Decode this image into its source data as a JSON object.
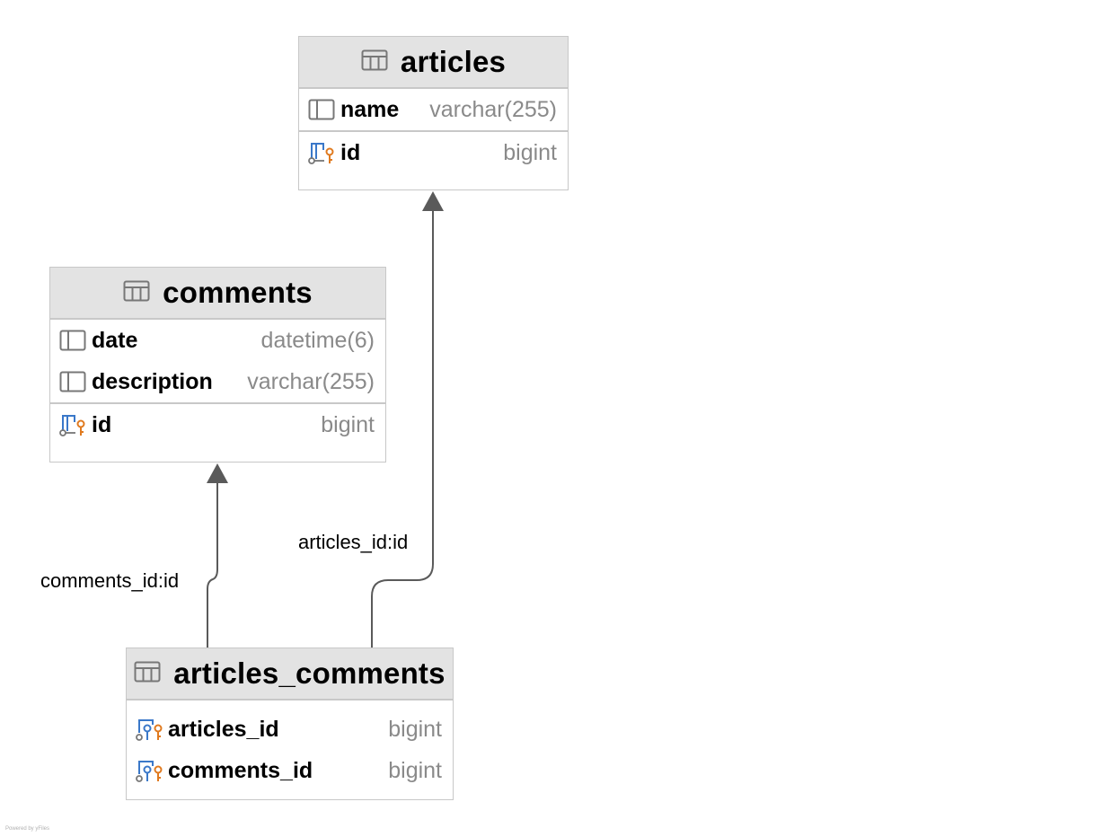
{
  "entities": [
    {
      "key": "articles",
      "title": "articles",
      "columns": [
        {
          "name": "name",
          "type": "varchar(255)",
          "icon": "column-icon"
        }
      ],
      "keys": [
        {
          "name": "id",
          "type": "bigint",
          "icon": "primary-key-icon"
        }
      ]
    },
    {
      "key": "comments",
      "title": "comments",
      "columns": [
        {
          "name": "date",
          "type": "datetime(6)",
          "icon": "column-icon"
        },
        {
          "name": "description",
          "type": "varchar(255)",
          "icon": "column-icon"
        }
      ],
      "keys": [
        {
          "name": "id",
          "type": "bigint",
          "icon": "primary-key-icon"
        }
      ]
    },
    {
      "key": "articles_comments",
      "title": "articles_comments",
      "columns": [],
      "keys": [
        {
          "name": "articles_id",
          "type": "bigint",
          "icon": "foreign-key-icon"
        },
        {
          "name": "comments_id",
          "type": "bigint",
          "icon": "foreign-key-icon"
        }
      ]
    }
  ],
  "relations": [
    {
      "from": "articles_comments",
      "to": "comments",
      "label": "comments_id:id"
    },
    {
      "from": "articles_comments",
      "to": "articles",
      "label": "articles_id:id"
    }
  ],
  "colors": {
    "header_bg": "#e3e3e3",
    "border": "#c8c8c8",
    "type_text": "#8a8a8a",
    "edge": "#5a5a5a",
    "key_blue": "#3a78c9",
    "key_orange": "#e07a1f",
    "icon_gray": "#777777"
  },
  "footer": "Powered by yFiles"
}
